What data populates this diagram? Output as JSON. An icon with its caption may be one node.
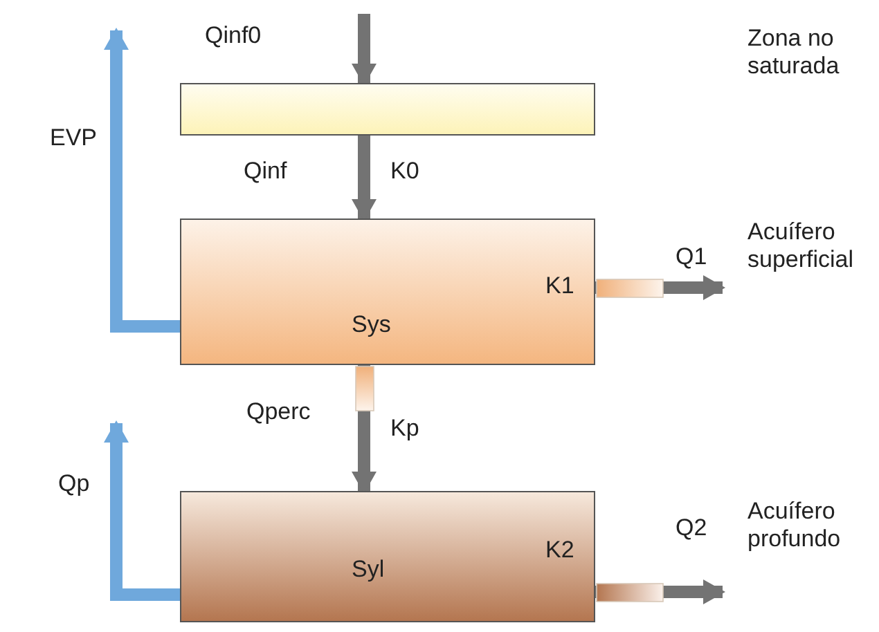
{
  "diagram": {
    "nodes": [
      {
        "text": [],
        "shape": "box"
      },
      {
        "text": [
          "Sys",
          "K1"
        ]
      },
      {
        "text": [
          "Syl",
          "K2"
        ]
      }
    ],
    "edges": [
      {
        "from": null,
        "to": 0,
        "arrow": "to",
        "label": "Qinf0"
      },
      {
        "from": 0,
        "to": 1,
        "arrow": "to",
        "label": "Qinf"
      },
      {
        "from": 1,
        "to": null,
        "arrow": "to",
        "label": "EVP",
        "color": "#6fa8dc"
      },
      {
        "from": 1,
        "to": null,
        "arrow": "to",
        "label": "Q1"
      },
      {
        "from": 1,
        "to": 2,
        "arrow": "to",
        "label": "Qperc"
      },
      {
        "from": 2,
        "to": null,
        "arrow": "to",
        "label": "Qp",
        "color": "#6fa8dc"
      },
      {
        "from": 2,
        "to": null,
        "arrow": "to",
        "label": "Q2"
      }
    ],
    "labels": [
      "Zona no saturada",
      "K0",
      "Acuífero superficial",
      "Kp",
      "Acuífero profundo"
    ]
  }
}
